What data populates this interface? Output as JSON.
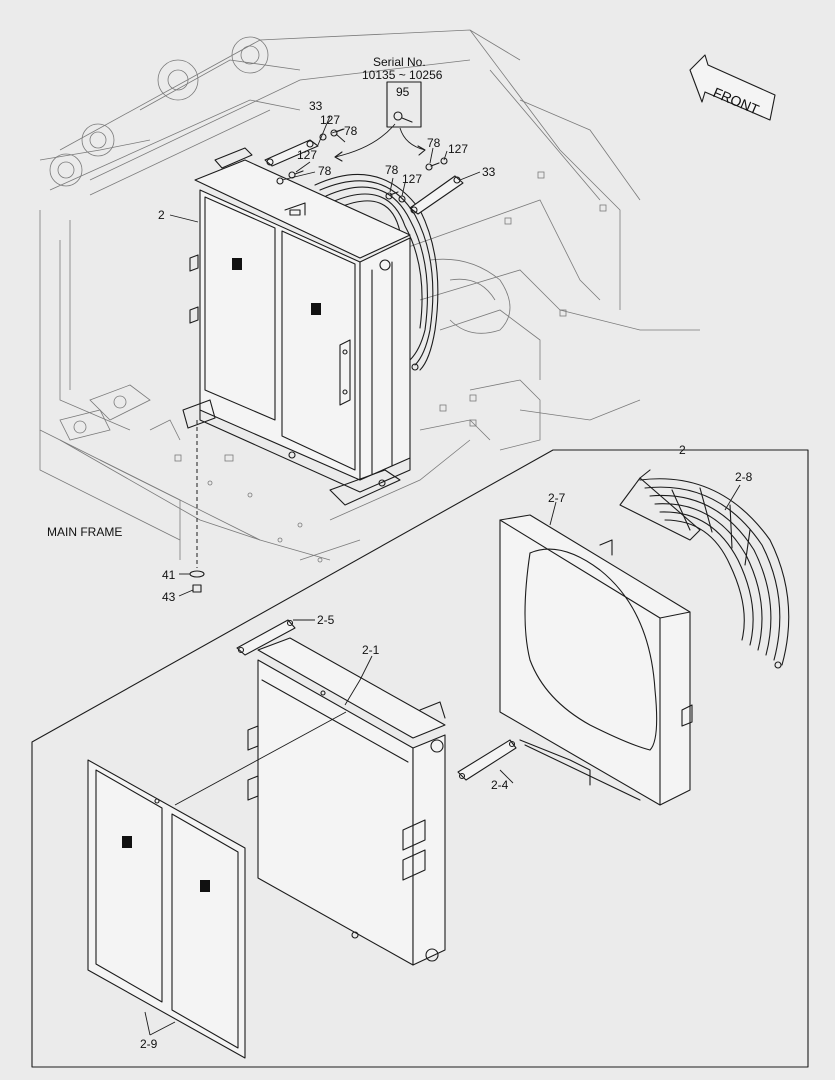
{
  "labels": {
    "serial_title": "Serial No.",
    "serial_range": "10135 ~ 10256",
    "front": "FRONT",
    "main_frame": "MAIN FRAME",
    "p95": "95",
    "p33a": "33",
    "p127a": "127",
    "p78a": "78",
    "p127b": "127",
    "p78b": "78",
    "p78c": "78",
    "p127c": "127",
    "p78d": "78",
    "p127d": "127",
    "p33b": "33",
    "p2": "2",
    "p41": "41",
    "p43": "43",
    "p2box": "2",
    "p2_1": "2-1",
    "p2_4": "2-4",
    "p2_5": "2-5",
    "p2_7": "2-7",
    "p2_8": "2-8",
    "p2_9": "2-9"
  }
}
